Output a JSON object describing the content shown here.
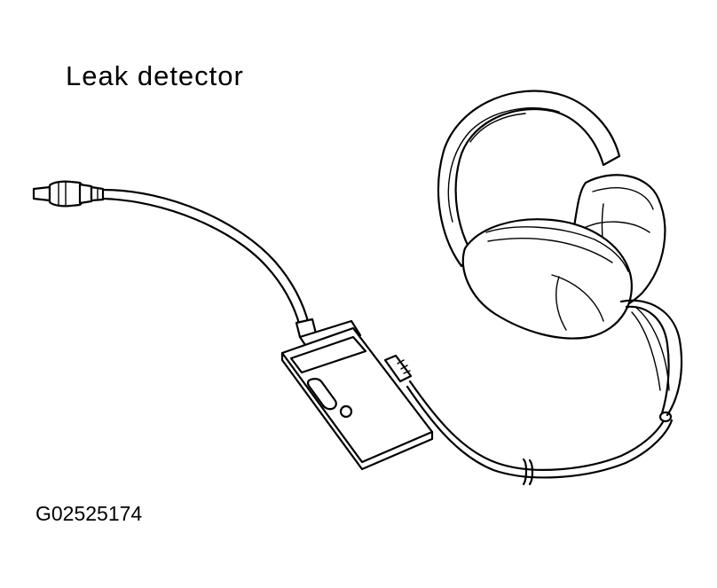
{
  "diagram": {
    "title": "Leak detector",
    "figure_id": "G02525174"
  },
  "parts": {
    "probe": "probe-connector",
    "cable": "probe-cable",
    "unit": "detector-unit",
    "headphones": "headphones"
  }
}
